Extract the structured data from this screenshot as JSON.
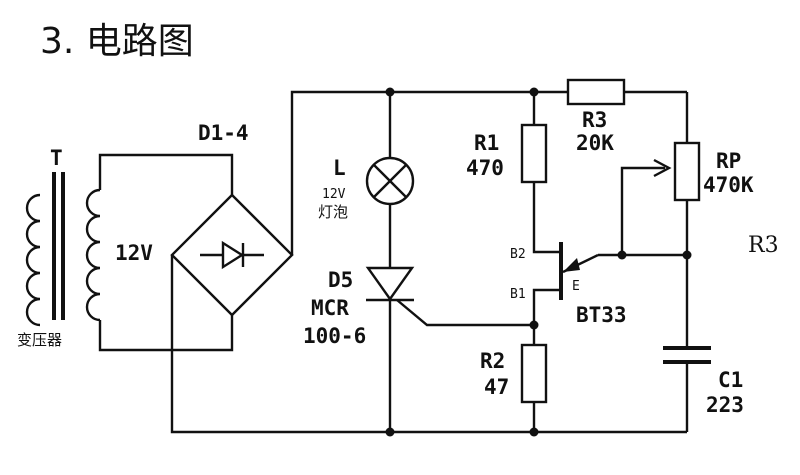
{
  "title": "3. 电路图",
  "labels": {
    "transformer_ref": "T",
    "transformer_name": "变压器",
    "secondary_voltage": "12V",
    "bridge_ref": "D1-4",
    "lamp_ref": "L",
    "lamp_voltage": "12V",
    "lamp_name": "灯泡",
    "scr_ref": "D5",
    "scr_model": "MCR",
    "scr_rating": "100-6",
    "r1_ref": "R1",
    "r1_value": "470",
    "r2_ref": "R2",
    "r2_value": "47",
    "r3_ref": "R3",
    "r3_value": "20K",
    "rp_ref": "RP",
    "rp_value": "470K",
    "c1_ref": "C1",
    "c1_value": "223",
    "ujt_b2": "B2",
    "ujt_b1": "B1",
    "ujt_e": "E",
    "ujt_model": "BT33",
    "stray_r3": "R3"
  }
}
